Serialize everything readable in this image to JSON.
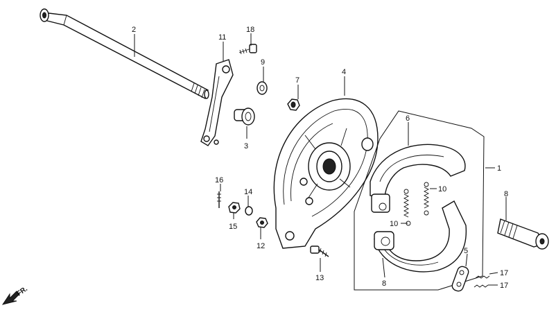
{
  "direction_label": "FR.",
  "callouts": {
    "c1": "1",
    "c2": "2",
    "c3": "3",
    "c4": "4",
    "c5": "5",
    "c6": "6",
    "c7": "7",
    "c8_axle": "8",
    "c8_shoe": "8",
    "c9": "9",
    "c10_upper": "10",
    "c10_lower": "10",
    "c11": "11",
    "c12": "12",
    "c13": "13",
    "c14": "14",
    "c15": "15",
    "c16": "16",
    "c17_upper": "17",
    "c17_lower": "17",
    "c18": "18"
  }
}
